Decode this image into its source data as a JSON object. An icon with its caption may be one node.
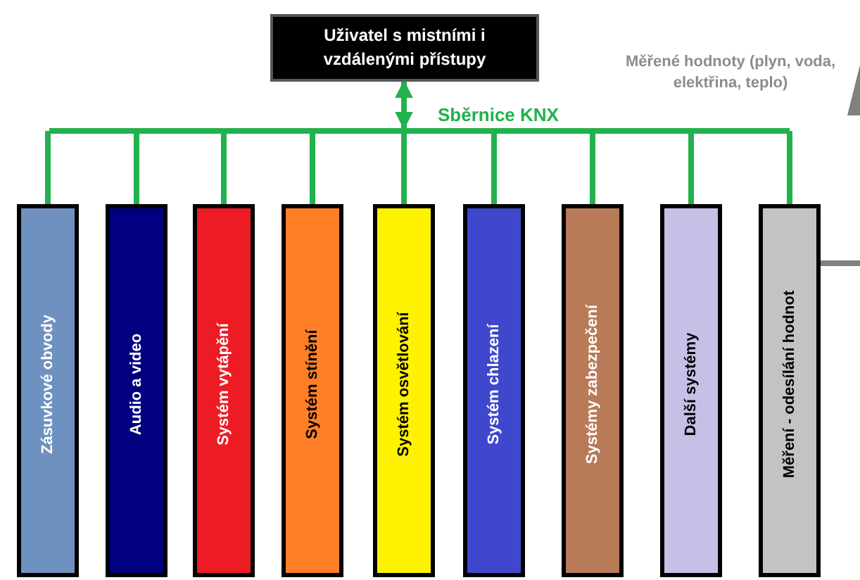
{
  "diagram": {
    "nodes": [
      {
        "text": [
          "Uživatel s mistními i vzdálenými přístupy"
        ]
      },
      {
        "text": [
          "Sběrnice KNX"
        ]
      },
      {
        "text": [
          "Zásuvkové obvody"
        ]
      },
      {
        "text": [
          "Audio a video"
        ]
      },
      {
        "text": [
          "Systém vytápění"
        ]
      },
      {
        "text": [
          "Systém stínění"
        ]
      },
      {
        "text": [
          "Systém osvětlování"
        ]
      },
      {
        "text": [
          "Systém chlazení"
        ]
      },
      {
        "text": [
          "Systémy zabezpečení"
        ]
      },
      {
        "text": [
          "Další systémy"
        ]
      },
      {
        "text": [
          "Měření - odesílání hodnot"
        ]
      }
    ],
    "edges": [
      {
        "from": 0,
        "to": 1,
        "arrow": "both"
      },
      {
        "from": 1,
        "to": 2,
        "arrow": "none"
      },
      {
        "from": 1,
        "to": 3,
        "arrow": "none"
      },
      {
        "from": 1,
        "to": 4,
        "arrow": "none"
      },
      {
        "from": 1,
        "to": 5,
        "arrow": "none"
      },
      {
        "from": 1,
        "to": 6,
        "arrow": "none"
      },
      {
        "from": 1,
        "to": 7,
        "arrow": "none"
      },
      {
        "from": 1,
        "to": 8,
        "arrow": "none"
      },
      {
        "from": 1,
        "to": 9,
        "arrow": "none"
      },
      {
        "from": 1,
        "to": 10,
        "arrow": "none"
      },
      {
        "from": 10,
        "to": null,
        "arrow": "none",
        "color": "#808080"
      }
    ],
    "labels": [
      "Měřené hodnoty (plyn, voda, elektřina, teplo)"
    ]
  }
}
